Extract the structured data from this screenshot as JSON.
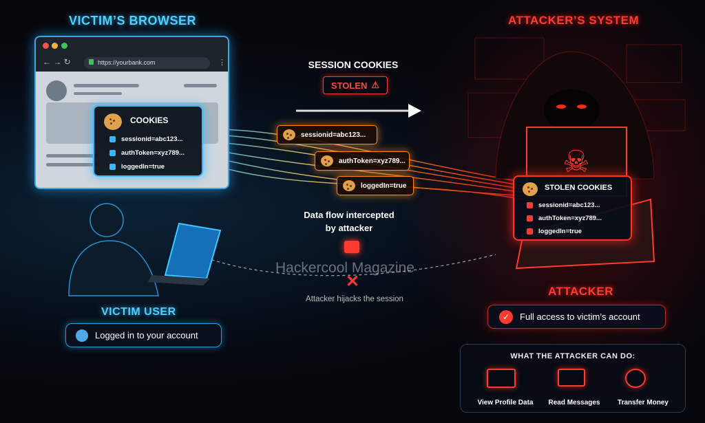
{
  "victim": {
    "title": "VICTIM’S BROWSER",
    "url": "https://yourbank.com",
    "cookies_title": "COOKIES",
    "cookies": [
      "sessionid=abc123...",
      "authToken=xyz789...",
      "loggedIn=true"
    ],
    "user_label": "VICTIM USER",
    "status": "Logged in to your account"
  },
  "middle": {
    "heading": "SESSION COOKIES",
    "badge": "STOLEN",
    "chips": [
      "sessionid=abc123...",
      "authToken=xyz789...",
      "loggedIn=true"
    ],
    "intercept_line1": "Data flow intercepted",
    "intercept_line2": "by attacker",
    "watermark": "Hackercool Magazine",
    "hijack": "Attacker hijacks the session"
  },
  "attacker": {
    "title": "ATTACKER’S SYSTEM",
    "panel_title": "STOLEN COOKIES",
    "cookies": [
      "sessionid=abc123...",
      "authToken=xyz789...",
      "loggedIn=true"
    ],
    "label": "ATTACKER",
    "access": "Full access to victim’s account",
    "can_do_title": "WHAT THE ATTACKER CAN DO:",
    "actions": [
      "View Profile Data",
      "Read Messages",
      "Transfer Money"
    ]
  },
  "colors": {
    "cyan": "#4fd0ff",
    "red": "#ff3b30",
    "orange": "#ff8a1a"
  }
}
